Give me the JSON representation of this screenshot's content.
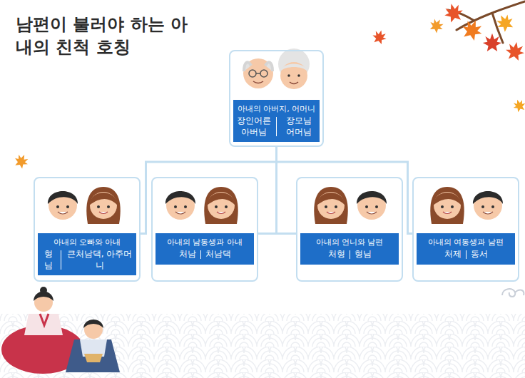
{
  "diagram": {
    "title": "남편이 불러야 하는 아내의 친척 호칭",
    "nodes": [
      {
        "text": [
          "아내의 아버지, 어머니",
          "장인어른 아버님",
          "장모님 어머님"
        ]
      },
      {
        "text": [
          "아내의 오빠와 아내",
          "형님",
          "큰처남댁, 아주머니"
        ]
      },
      {
        "text": [
          "아내의 남동생과 아내",
          "처남",
          "처남댁"
        ]
      },
      {
        "text": [
          "아내의 언니와 남편",
          "처형",
          "형님"
        ]
      },
      {
        "text": [
          "아내의 여동생과 남편",
          "처제",
          "동서"
        ]
      }
    ],
    "edges": [
      {
        "from": 0,
        "to": 1,
        "arrow": "none"
      },
      {
        "from": 0,
        "to": 2,
        "arrow": "none"
      },
      {
        "from": 0,
        "to": 3,
        "arrow": "none"
      },
      {
        "from": 0,
        "to": 4,
        "arrow": "none"
      }
    ]
  }
}
